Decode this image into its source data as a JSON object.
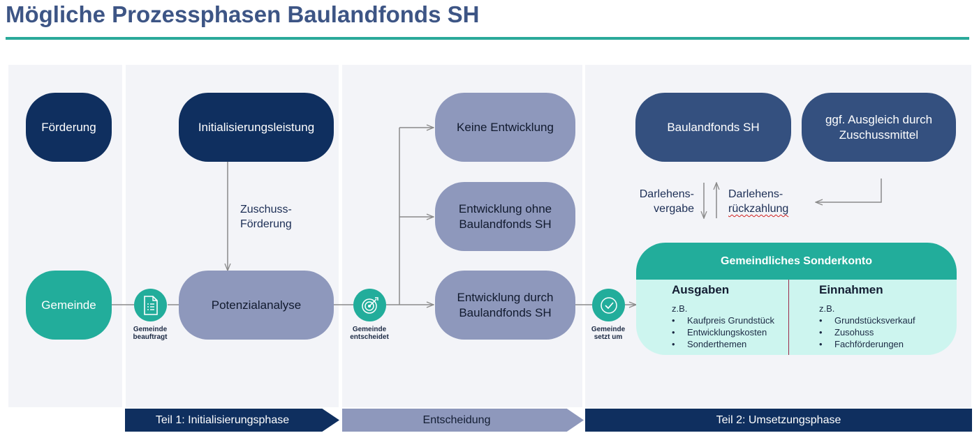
{
  "title": "Mögliche Prozessphasen Baulandfonds SH",
  "actors": {
    "foerderung": "Förderung",
    "gemeinde": "Gemeinde"
  },
  "phase1": {
    "init": "Initialisierungsleistung",
    "zuschuss_line1": "Zuschuss-",
    "zuschuss_line2": "Förderung",
    "potenzial": "Potenzialanalyse"
  },
  "steps": {
    "beauftragt_line1": "Gemeinde",
    "beauftragt_line2": "beauftragt",
    "entscheidet_line1": "Gemeinde",
    "entscheidet_line2": "entscheidet",
    "setzt_line1": "Gemeinde",
    "setzt_line2": "setzt um"
  },
  "decision": {
    "keine": "Keine Entwicklung",
    "ohne_line1": "Entwicklung ohne",
    "ohne_line2": "Baulandfonds SH",
    "durch_line1": "Entwicklung durch",
    "durch_line2": "Baulandfonds SH"
  },
  "phase2": {
    "fonds": "Baulandfonds SH",
    "ausgleich_line1": "ggf.  Ausgleich durch",
    "ausgleich_line2": "Zuschussmittel",
    "vergabe_line1": "Darlehens-",
    "vergabe_line2": "vergabe",
    "rueck_line1": "Darlehens-",
    "rueck_line2": "rückzahlung",
    "konto": {
      "title": "Gemeindliches Sonderkonto",
      "ausgaben": {
        "heading": "Ausgaben",
        "zb": "z.B.",
        "items": [
          "Kaufpreis Grundstück",
          "Entwicklungskosten",
          "Sonderthemen"
        ]
      },
      "einnahmen": {
        "heading": "Einnahmen",
        "zb": "z.B.",
        "items": [
          "Grundstücksverkauf",
          "Zusohuss",
          "Fachförderungen"
        ]
      }
    }
  },
  "phases": {
    "teil1": "Teil 1: Initialisierungsphase",
    "entscheidung": "Entscheidung",
    "teil2": "Teil 2: Umsetzungsphase"
  },
  "colors": {
    "navy": "#0f2f5f",
    "blue": "#34507f",
    "teal": "#22ad9b",
    "lavender": "#8e98bc",
    "mint": "#cdf5ef",
    "title": "#3d5585"
  }
}
